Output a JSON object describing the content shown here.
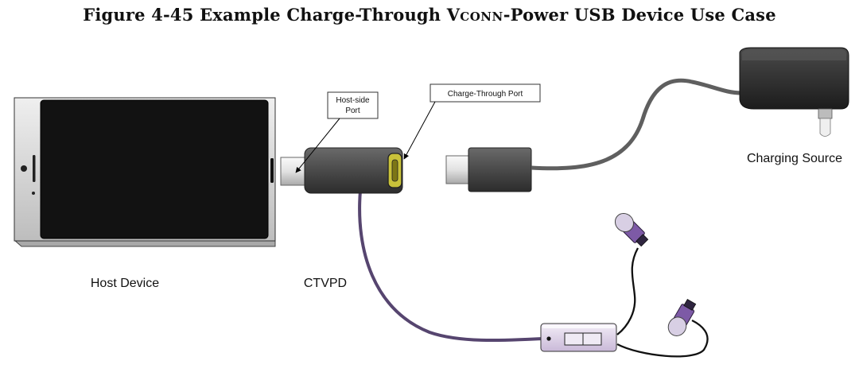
{
  "figure": {
    "title_prefix": "Figure 4-45  Example Charge-Through V",
    "title_smallcaps": "CONN",
    "title_suffix": "-Power USB Device Use Case"
  },
  "labels": {
    "host_device": "Host Device",
    "ctvpd": "CTVPD",
    "charging_source": "Charging Source"
  },
  "callouts": {
    "host_side_port_line1": "Host-side",
    "host_side_port_line2": "Port",
    "charge_through_port": "Charge-Through Port"
  },
  "colors": {
    "cable_gray": "#5f5f5f",
    "ctvpd_body": "#4d4d4d",
    "ctvpd_port_accent": "#c9c23a",
    "accessory_cable": "#56456f",
    "earbud_purple": "#7d5aa6",
    "phone_frame": "#d4d4d4",
    "phone_screen": "#121212"
  }
}
